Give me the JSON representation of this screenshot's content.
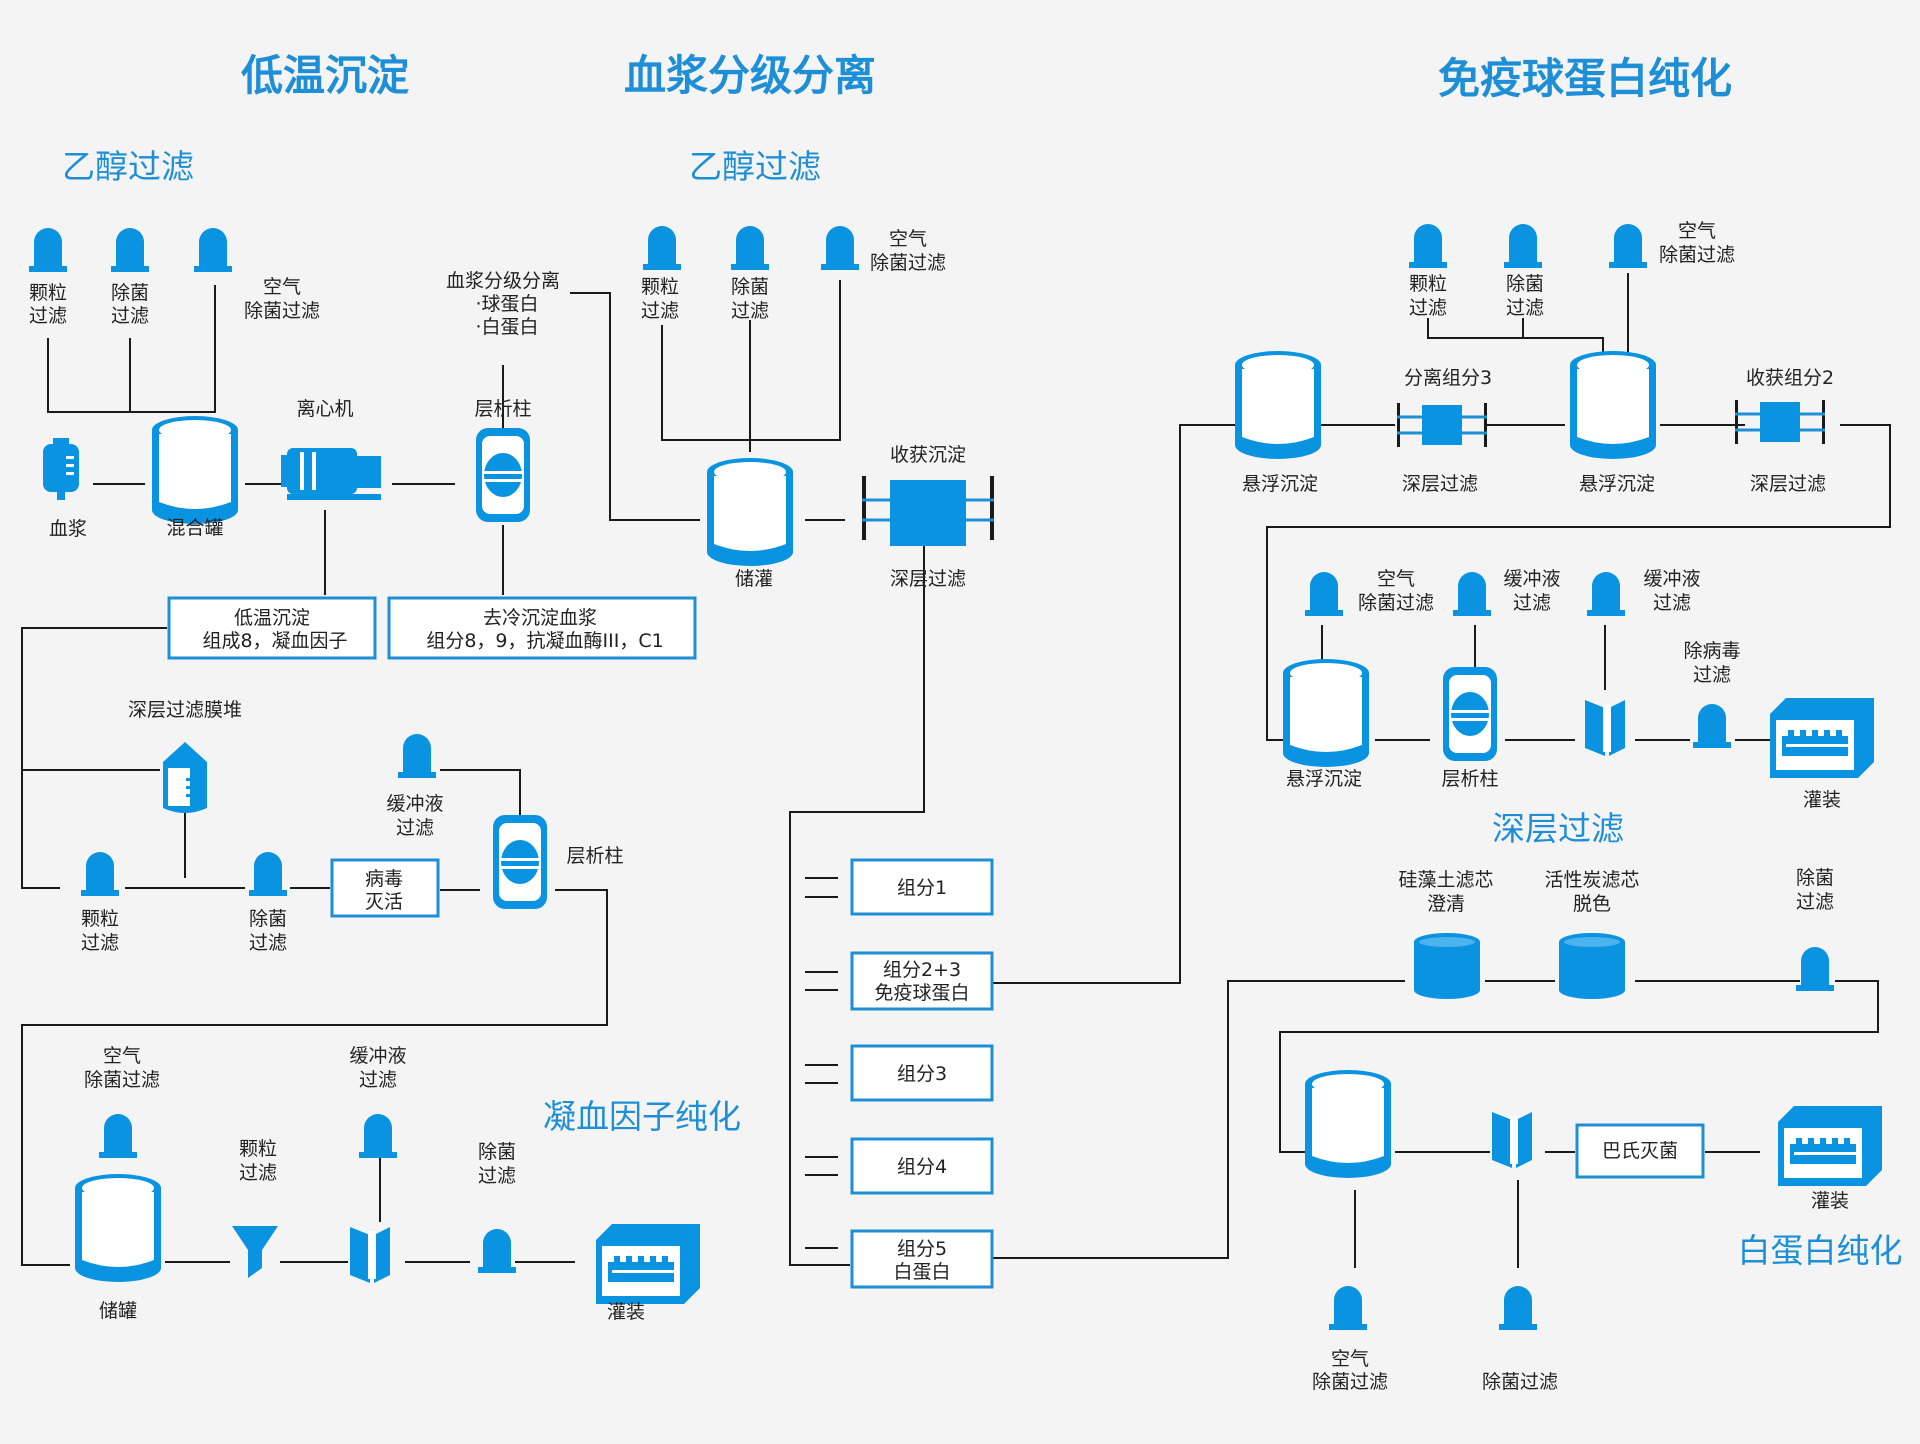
{
  "titles": {
    "cryo": "低温沉淀",
    "fractionation": "血浆分级分离",
    "igg": "免疫球蛋白纯化",
    "ethanol_left": "乙醇过滤",
    "ethanol_mid": "乙醇过滤",
    "coag": "凝血因子纯化",
    "depth": "深层过滤",
    "albumin": "白蛋白纯化"
  },
  "labels": {
    "particle": "颗粒",
    "filter": "过滤",
    "sterile": "除菌",
    "air": "空气",
    "air_sterile": "除菌过滤",
    "plasma": "血浆",
    "mixing_tank": "混合罐",
    "centrifuge": "离心机",
    "column": "层析柱",
    "frac_head": "血浆分级分离",
    "frac_glob": "·球蛋白",
    "frac_alb": "·白蛋白",
    "storage_tank": "储灌",
    "harvest_precip": "收获沉淀",
    "depth_filter": "深层过滤",
    "box_cryo_1": "低温沉淀",
    "box_cryo_2": "组成8，凝血因子",
    "box_decryo_1": "去冷沉淀血浆",
    "box_decryo_2": "组分8，9，抗凝血酶III，C1",
    "depth_stack": "深层过滤膜堆",
    "buffer": "缓冲液",
    "virus_1": "病毒",
    "virus_2": "灭活",
    "column_2": "层析柱",
    "storage_tank_2": "储罐",
    "filling": "灌装",
    "fraction1": "组分1",
    "fraction23_1": "组分2+3",
    "fraction23_2": "免疫球蛋白",
    "fraction3": "组分3",
    "fraction4": "组分4",
    "fraction5_1": "组分5",
    "fraction5_2": "白蛋白",
    "suspension": "悬浮沉淀",
    "sep_frac3": "分离组分3",
    "harvest_frac2": "收获组分2",
    "virus_removal": "除病毒",
    "diatom_1": "硅藻土滤芯",
    "diatom_2": "澄清",
    "carbon_1": "活性炭滤芯",
    "carbon_2": "脱色",
    "pasteur": "巴氏灭菌"
  },
  "colors": {
    "accent": "#0a93e0",
    "title": "#1e8fd6",
    "box_border": "#1e8fd6",
    "line": "#1a1a1a"
  },
  "icons": [
    "filter-housing-icon",
    "tank-icon",
    "plasma-bag-icon",
    "centrifuge-icon",
    "chromatography-column-icon",
    "depth-filter-icon",
    "filter-stack-icon",
    "funnel-icon",
    "filling-machine-icon",
    "capsule-filter-icon"
  ]
}
